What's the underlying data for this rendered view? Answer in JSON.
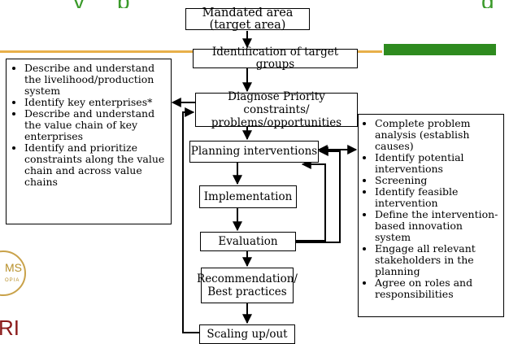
{
  "slide": {
    "title_visible_fragments": [
      "y",
      "p",
      "g"
    ],
    "accent_color": "#3a9a2a",
    "rule_color": "#e8b04a",
    "bar_color": "#2e8b1f"
  },
  "flow": {
    "mandated_area": "Mandated area (target area)",
    "identification": "Identification of target groups",
    "diagnose": "Diagnose Priority constraints/ problems/opportunities",
    "planning": "Planning interventions",
    "implementation": "Implementation",
    "evaluation": "Evaluation",
    "recommendation": "Recommendation/ Best practices",
    "scaling": "Scaling up/out"
  },
  "left_panel": {
    "items": [
      "Describe and understand the livelihood/production system",
      "Identify key enterprises*",
      "Describe and understand the value chain of key enterprises",
      "Identify and prioritize constraints along the value chain and across value chains"
    ]
  },
  "right_panel": {
    "items": [
      "Complete problem analysis (establish causes)",
      "Identify potential interventions",
      "Screening",
      "Identify feasible intervention",
      "Define the intervention-based innovation system",
      "Engage all relevant stakeholders in the planning",
      "Agree on roles and responsibilities"
    ]
  },
  "logos": {
    "ms_text": "MS",
    "opia_text": "OPIA",
    "ri_text": "RI"
  }
}
